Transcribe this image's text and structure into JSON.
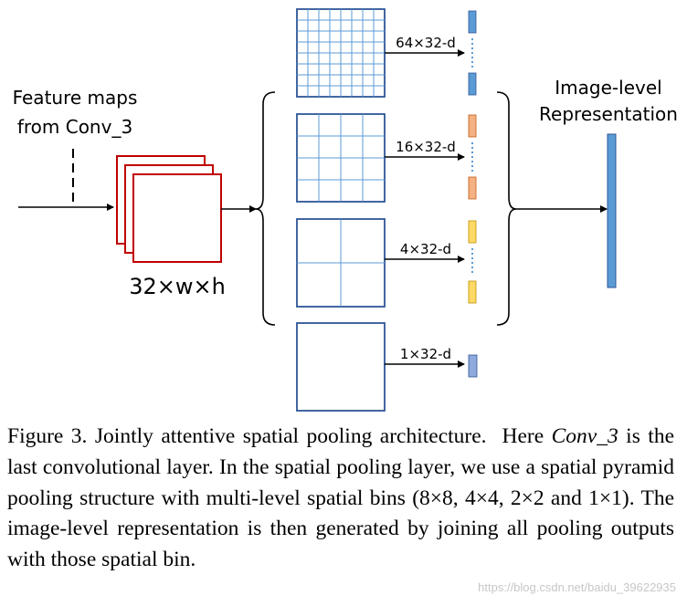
{
  "figure": {
    "input_label_line1": "Feature maps",
    "input_label_line2": "from Conv_3",
    "feature_dims": "32×w×h",
    "output_label_line1": "Image-level",
    "output_label_line2": "Representation",
    "levels": [
      {
        "grid": 8,
        "label": "64×32-d",
        "color": "#5b9bd5"
      },
      {
        "grid": 4,
        "label": "16×32-d",
        "color": "#f4b183"
      },
      {
        "grid": 2,
        "label": "4×32-d",
        "color": "#ffd966"
      },
      {
        "grid": 1,
        "label": "1×32-d",
        "color": "#8faadc"
      }
    ],
    "colors": {
      "grid_line": "#5b9bd5",
      "grid_border": "#2e5597",
      "feature_border": "#c00000",
      "output_bar": "#5b9bd5"
    }
  },
  "caption": {
    "fig_label": "Figure 3.",
    "line1_text": "Jointly attentive spatial pooling architecture.",
    "line1_here": "Here",
    "conv_name": "Conv_3",
    "line2_rest": " is the last convolutional layer. In the spatial pooling layer,",
    "rest": " we use a spatial pyramid pooling structure with multi-level spatial bins (8×8, 4×4, 2×2 and 1×1).  The image-level representation is then generated by joining all pooling outputs with those spatial bin."
  },
  "watermark": "https://blog.csdn.net/baidu_39622935"
}
